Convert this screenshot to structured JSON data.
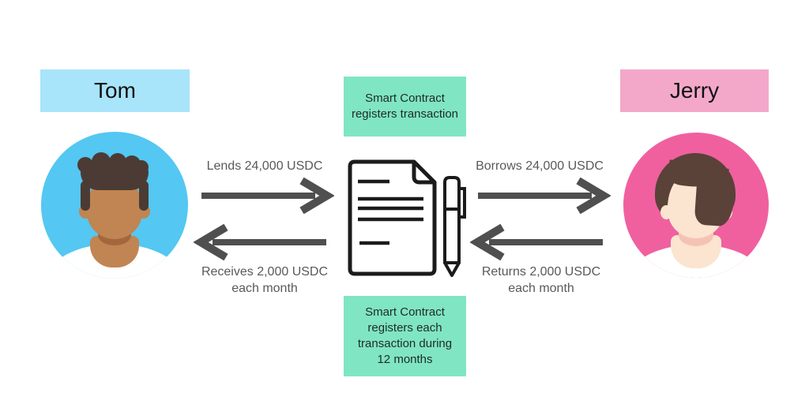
{
  "palette": {
    "background": "#ffffff",
    "tom_label_bg": "#a8e4fa",
    "jerry_label_bg": "#f3a8ca",
    "note_bg": "#80e5c3",
    "tom_avatar_bg": "#54c7f2",
    "jerry_avatar_bg": "#f0609f",
    "arrow_color": "#4f4f4f",
    "flow_text_color": "#595959",
    "heading_text_color": "#121212"
  },
  "tom": {
    "name": "Tom"
  },
  "jerry": {
    "name": "Jerry"
  },
  "notes": {
    "top": "Smart Contract registers transaction",
    "bottom": "Smart Contract registers each transaction during 12 months"
  },
  "flows": {
    "lend": {
      "label": "Lends 24,000 USDC",
      "direction": "right"
    },
    "borrow": {
      "label": "Borrows 24,000 USDC",
      "direction": "right"
    },
    "receive": {
      "line1": "Receives 2,000 USDC",
      "line2": "each month",
      "direction": "left"
    },
    "return": {
      "line1": "Returns 2,000 USDC",
      "line2": "each month",
      "direction": "left"
    }
  },
  "icons": {
    "contract": "contract-document-with-pen-icon",
    "tom_avatar": "man-avatar-icon",
    "jerry_avatar": "woman-avatar-icon"
  }
}
